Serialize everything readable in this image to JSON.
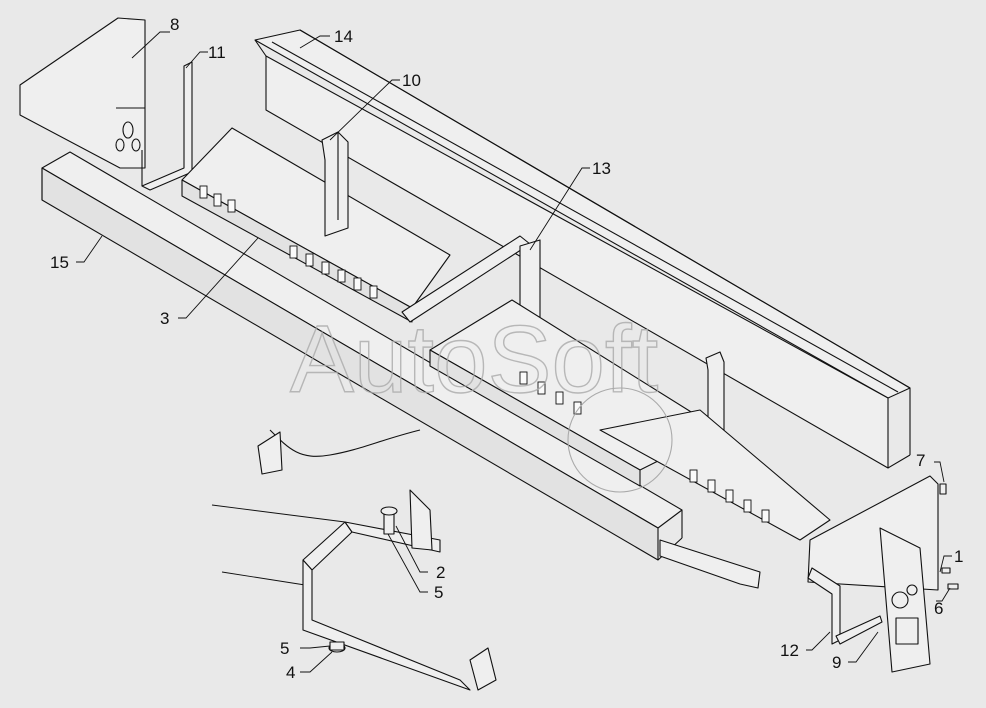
{
  "watermark": "AutoSoft",
  "callouts": [
    {
      "id": "c8",
      "label": "8"
    },
    {
      "id": "c11",
      "label": "11"
    },
    {
      "id": "c14",
      "label": "14"
    },
    {
      "id": "c10",
      "label": "10"
    },
    {
      "id": "c13",
      "label": "13"
    },
    {
      "id": "c15",
      "label": "15"
    },
    {
      "id": "c3",
      "label": "3"
    },
    {
      "id": "c7",
      "label": "7"
    },
    {
      "id": "c1",
      "label": "1"
    },
    {
      "id": "c6",
      "label": "6"
    },
    {
      "id": "c2",
      "label": "2"
    },
    {
      "id": "c5a",
      "label": "5"
    },
    {
      "id": "c5b",
      "label": "5"
    },
    {
      "id": "c4",
      "label": "4"
    },
    {
      "id": "c12",
      "label": "12"
    },
    {
      "id": "c9",
      "label": "9"
    }
  ]
}
